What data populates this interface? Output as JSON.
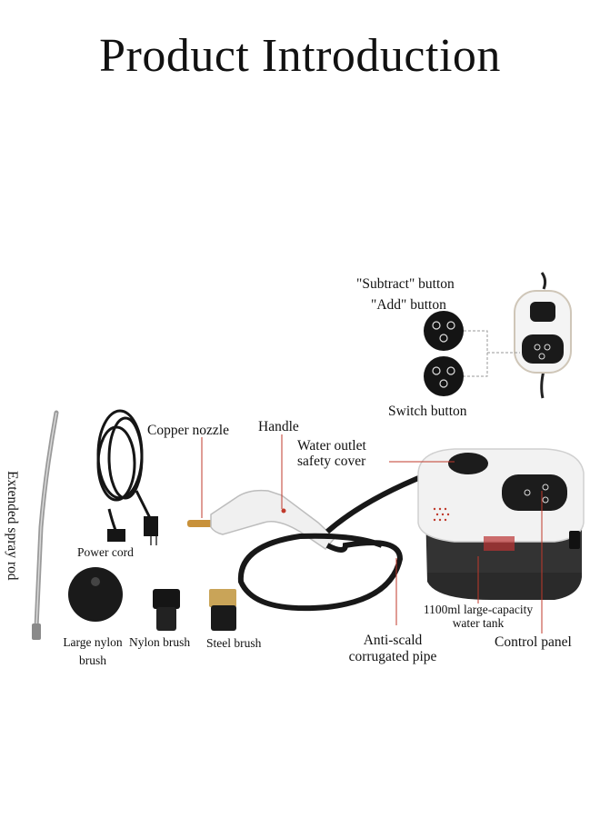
{
  "title": "Product Introduction",
  "labels": {
    "subtract_button": "\"Subtract\" button",
    "add_button": "\"Add\" button",
    "switch_button": "Switch button",
    "copper_nozzle": "Copper nozzle",
    "handle": "Handle",
    "water_outlet_line1": "Water outlet",
    "water_outlet_line2": "safety cover",
    "power_cord": "Power cord",
    "extended_spray_rod": "Extended spray rod",
    "large_nylon_brush_line1": "Large nylon",
    "large_nylon_brush_line2": "brush",
    "nylon_brush": "Nylon brush",
    "steel_brush": "Steel brush",
    "water_tank_line1": "1100ml large-capacity",
    "water_tank_line2": "water tank",
    "anti_scald_line1": "Anti-scald",
    "anti_scald_line2": "corrugated pipe",
    "control_panel": "Control panel"
  },
  "colors": {
    "leader_line": "#c0392b",
    "device_white": "#f2f2f2",
    "device_dark": "#1c1c1c",
    "copper": "#c8913a"
  }
}
